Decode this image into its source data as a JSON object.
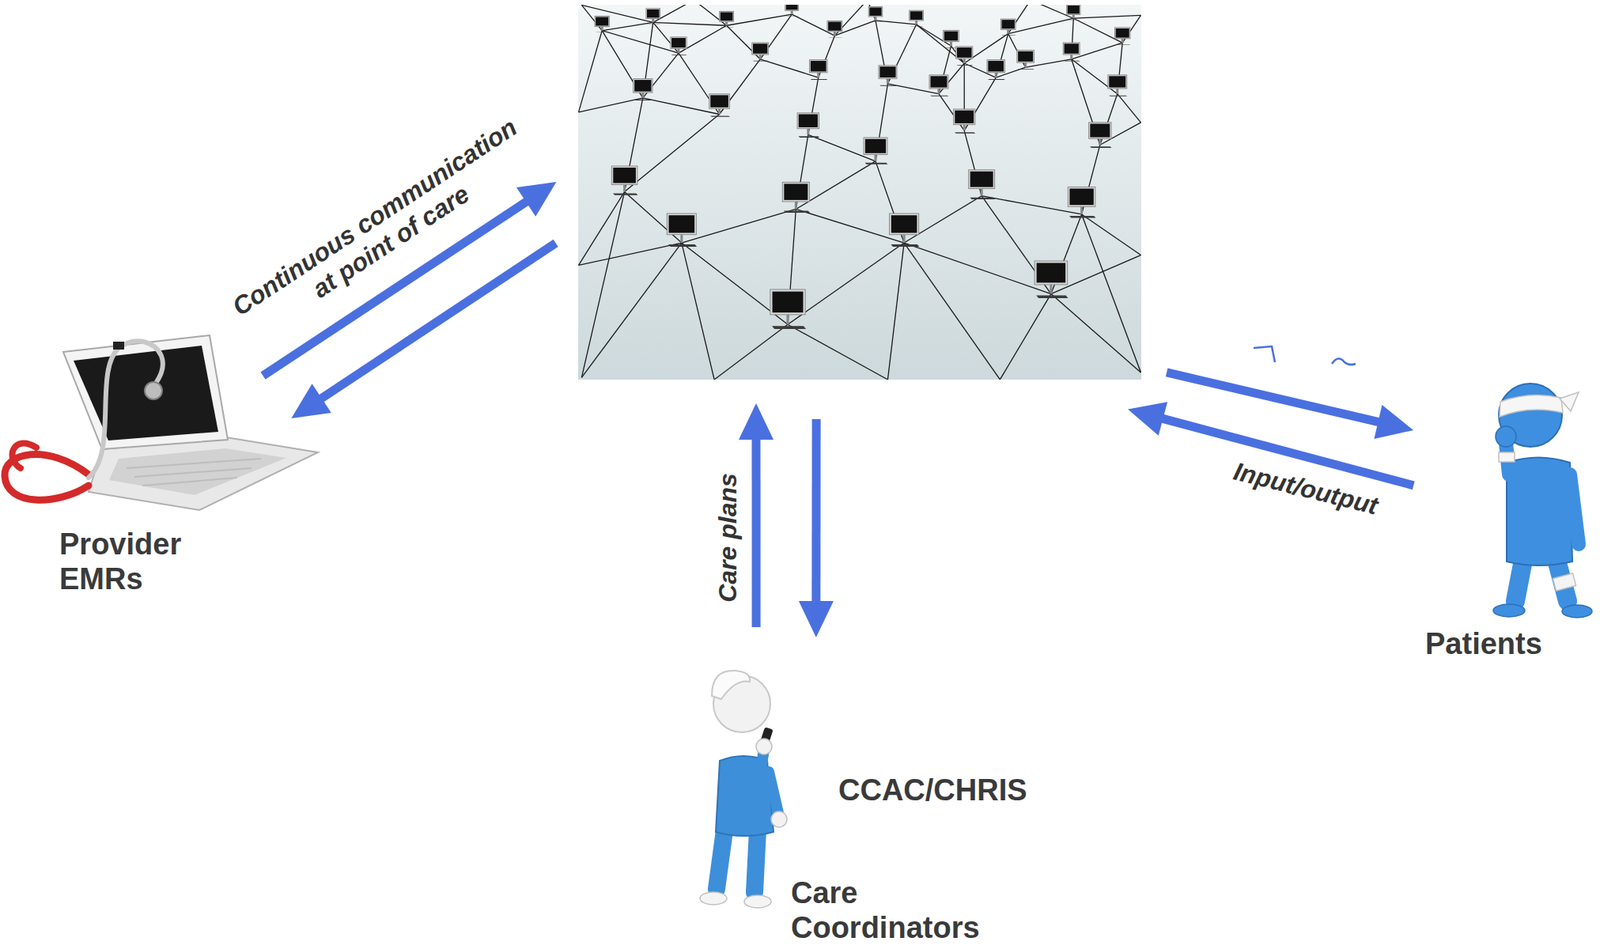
{
  "diagram": {
    "nodes": [
      {
        "text": []
      },
      {
        "text": [
          "Provider EMRs"
        ]
      },
      {
        "text": [
          "CCAC/CHRIS",
          "Care Coordinators"
        ]
      },
      {
        "text": [
          "Patients"
        ]
      }
    ],
    "edges": [
      {
        "from": 1,
        "to": 0,
        "arrow": "to",
        "label": "Continuous communication at point of care"
      },
      {
        "from": 0,
        "to": 1,
        "arrow": "to"
      },
      {
        "from": 2,
        "to": 0,
        "arrow": "to",
        "label": "Care plans"
      },
      {
        "from": 0,
        "to": 2,
        "arrow": "to"
      },
      {
        "from": 0,
        "to": 3,
        "arrow": "to"
      },
      {
        "from": 3,
        "to": 0,
        "arrow": "to",
        "label": "Input/output"
      }
    ]
  }
}
